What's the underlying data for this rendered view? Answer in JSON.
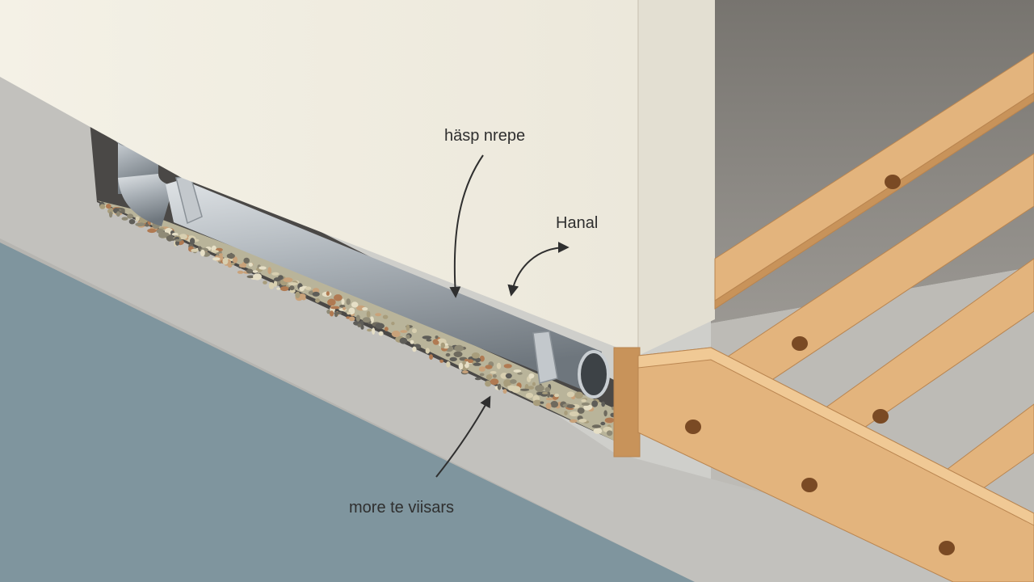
{
  "labels": {
    "pipe_label": "häsp nrepe",
    "gap_label": "Hanal",
    "gravel_label": "more te viisars"
  },
  "colors": {
    "wall": "#f1eee3",
    "wall_edge": "#e2ddd0",
    "concrete": "#bdbcb8",
    "floor": "#7f959e",
    "pipe": "#a9b0b6",
    "wood": "#e3b47d",
    "wood_dark": "#c8935a",
    "annotation": "#2f2f2f"
  }
}
